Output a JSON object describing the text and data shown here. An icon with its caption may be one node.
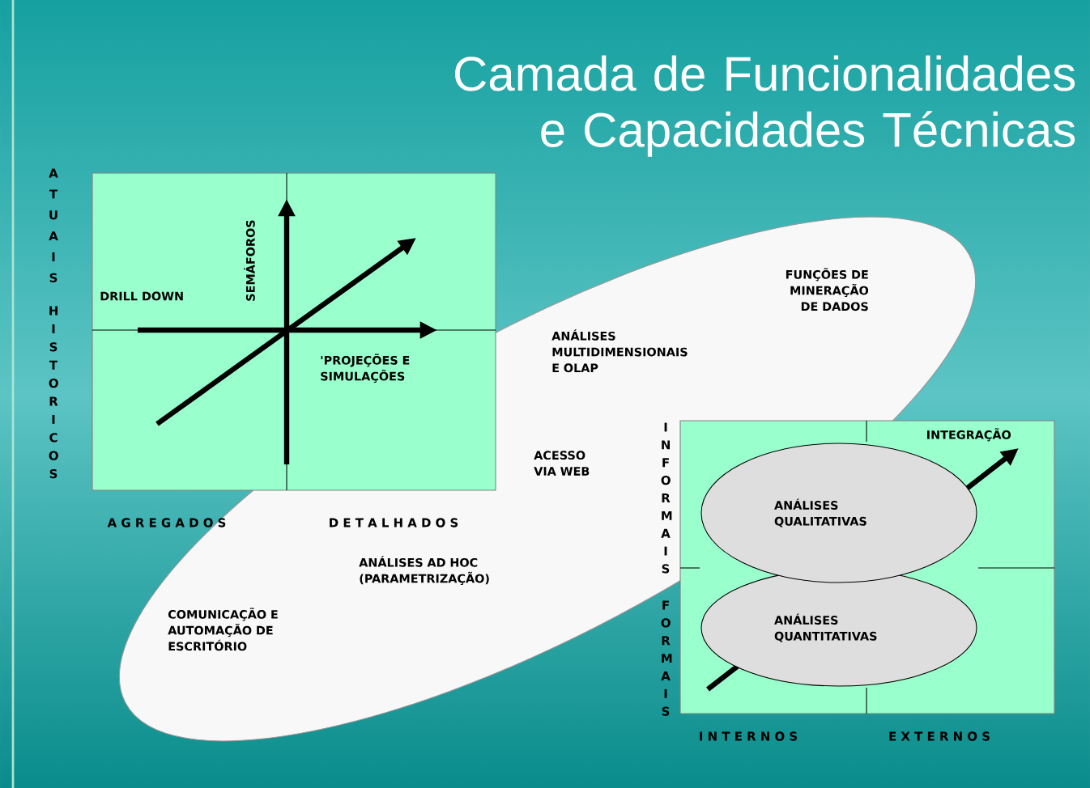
{
  "diagram": {
    "title": "Camada de Funcionalidades e Capacidades Técnicas",
    "nodes": [
      {
        "text": [
          "DRILL DOWN",
          "SEMÁFOROS",
          "'PROJEÇÕES E SIMULAÇÕES"
        ]
      },
      {
        "text": [
          "FUNÇÕES DE MINERAÇÃO DE DADOS",
          "ANÁLISES MULTIDIMENSIONAIS E OLAP",
          "ACESSO VIA WEB",
          "ANÁLISES AD HOC (PARAMETRIZAÇÃO)",
          "COMUNICAÇÃO E AUTOMAÇÃO DE ESCRITÓRIO"
        ]
      },
      {
        "text": [
          "INTEGRAÇÃO"
        ]
      },
      {
        "text": [
          "ANÁLISES QUALITATIVAS"
        ],
        "in": 2
      },
      {
        "text": [
          "ANÁLISES QUANTITATIVAS"
        ],
        "in": 2
      }
    ],
    "labels": [
      "ATUAIS",
      "HISTORICOS",
      "A G R E G A D O S",
      "D E T A L H A D O S",
      "INFORMAIS",
      "FORMAIS",
      "I N T E R N O S",
      "E X T E R N O S"
    ]
  }
}
